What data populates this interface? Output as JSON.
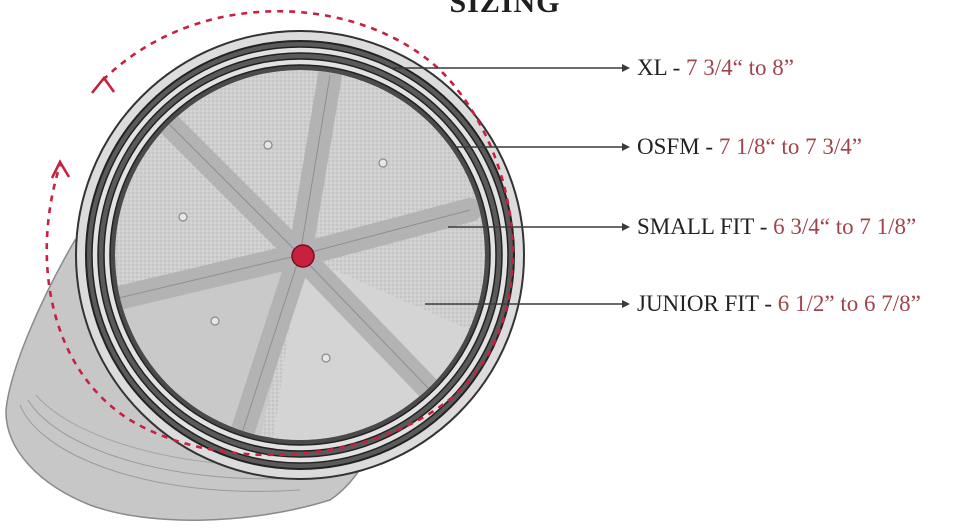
{
  "title": "SIZING",
  "sizes": [
    {
      "name": "XL",
      "sep": " - ",
      "range": "7 3/4“ to 8”"
    },
    {
      "name": "OSFM",
      "sep": " - ",
      "range": "7 1/8“ to 7 3/4”"
    },
    {
      "name": "SMALL FIT",
      "sep": " - ",
      "range": "6 3/4“ to 7 1/8”"
    },
    {
      "name": "JUNIOR FIT",
      "sep": " - ",
      "range": "6 1/2” to 6 7/8”"
    }
  ],
  "colors": {
    "accent": "#c8203f",
    "range_text": "#a0444c",
    "band": "#555555",
    "cap_fill": "#c9c9c9"
  }
}
